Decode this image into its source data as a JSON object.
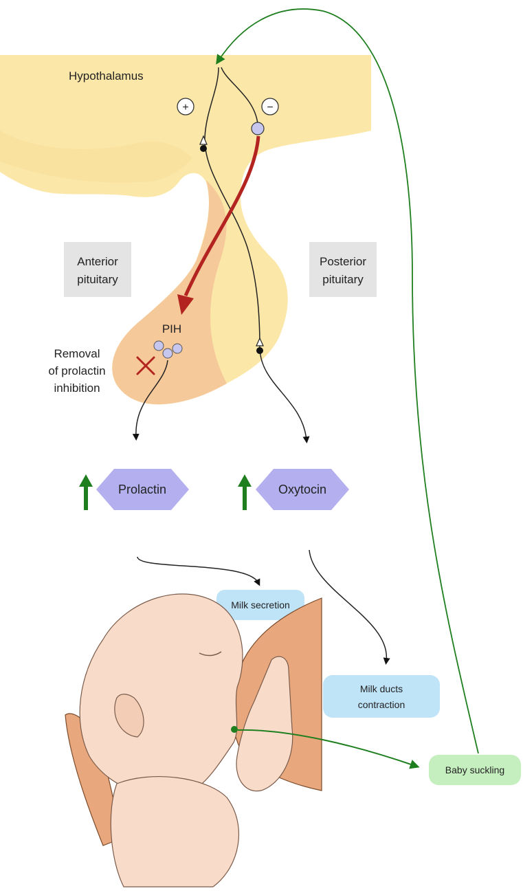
{
  "labels": {
    "hypothalamus": "Hypothalamus",
    "plus": "+",
    "minus": "−",
    "anterior_line1": "Anterior",
    "anterior_line2": "pituitary",
    "posterior_line1": "Posterior",
    "posterior_line2": "pituitary",
    "pih": "PIH",
    "removal_line1": "Removal",
    "removal_line2": "of prolactin",
    "removal_line3": "inhibition",
    "prolactin": "Prolactin",
    "oxytocin": "Oxytocin",
    "milk_secretion": "Milk secretion",
    "milk_ducts_line1": "Milk ducts",
    "milk_ducts_line2": "contraction",
    "baby_suckling": "Baby suckling"
  },
  "colors": {
    "hypothalamus_fill": "#fbe7a8",
    "anterior_fill": "#f6c99a",
    "hormone_hex": "#b4b0ef",
    "pill_blue": "#bfe3f7",
    "pill_green": "#c6efc0",
    "feedback_green": "#2e8b2e",
    "inhibition_red": "#b3231f",
    "skin": "#f8dcc9",
    "breast": "#e8a77c",
    "label_box": "#e4e4e4"
  },
  "icons": {
    "up_arrows": "green-up-arrow",
    "x_mark": "red-x-mark",
    "pih_granules": "granule-circles"
  }
}
